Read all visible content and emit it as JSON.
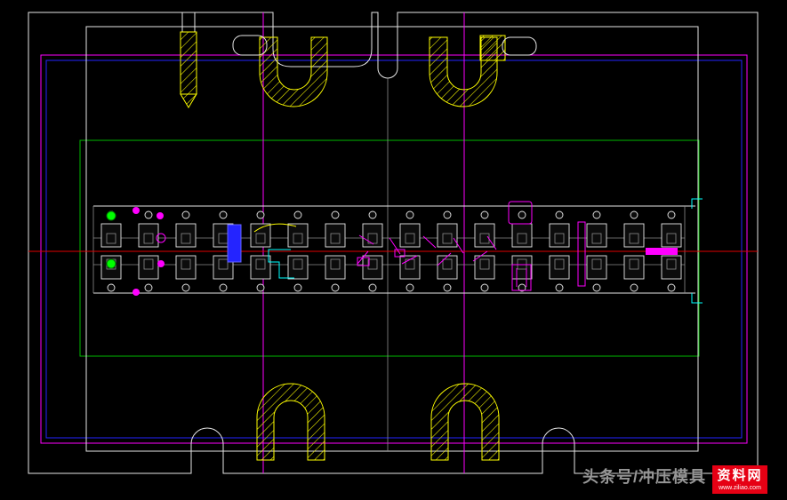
{
  "drawing": {
    "kind": "cad-die-assembly-top-view"
  },
  "colors": {
    "canvas": "#000000",
    "line": "#e6e6e6",
    "dim": "#8c8c8c",
    "yellow": "#ffff00",
    "magenta": "#ff00ff",
    "cyan": "#00ffff",
    "plate_green": "#00b800",
    "dot_green": "#00ff00",
    "red": "#e00000",
    "blue": "#2424ff",
    "wm_text": "#969696",
    "wm_logo_bg": "#e60014",
    "wm_logo_text": "#ffffff"
  },
  "watermark": {
    "source_text": "头条号/冲压模具",
    "logo_title": "资料网",
    "logo_subtitle": "www.ziliao.com"
  }
}
